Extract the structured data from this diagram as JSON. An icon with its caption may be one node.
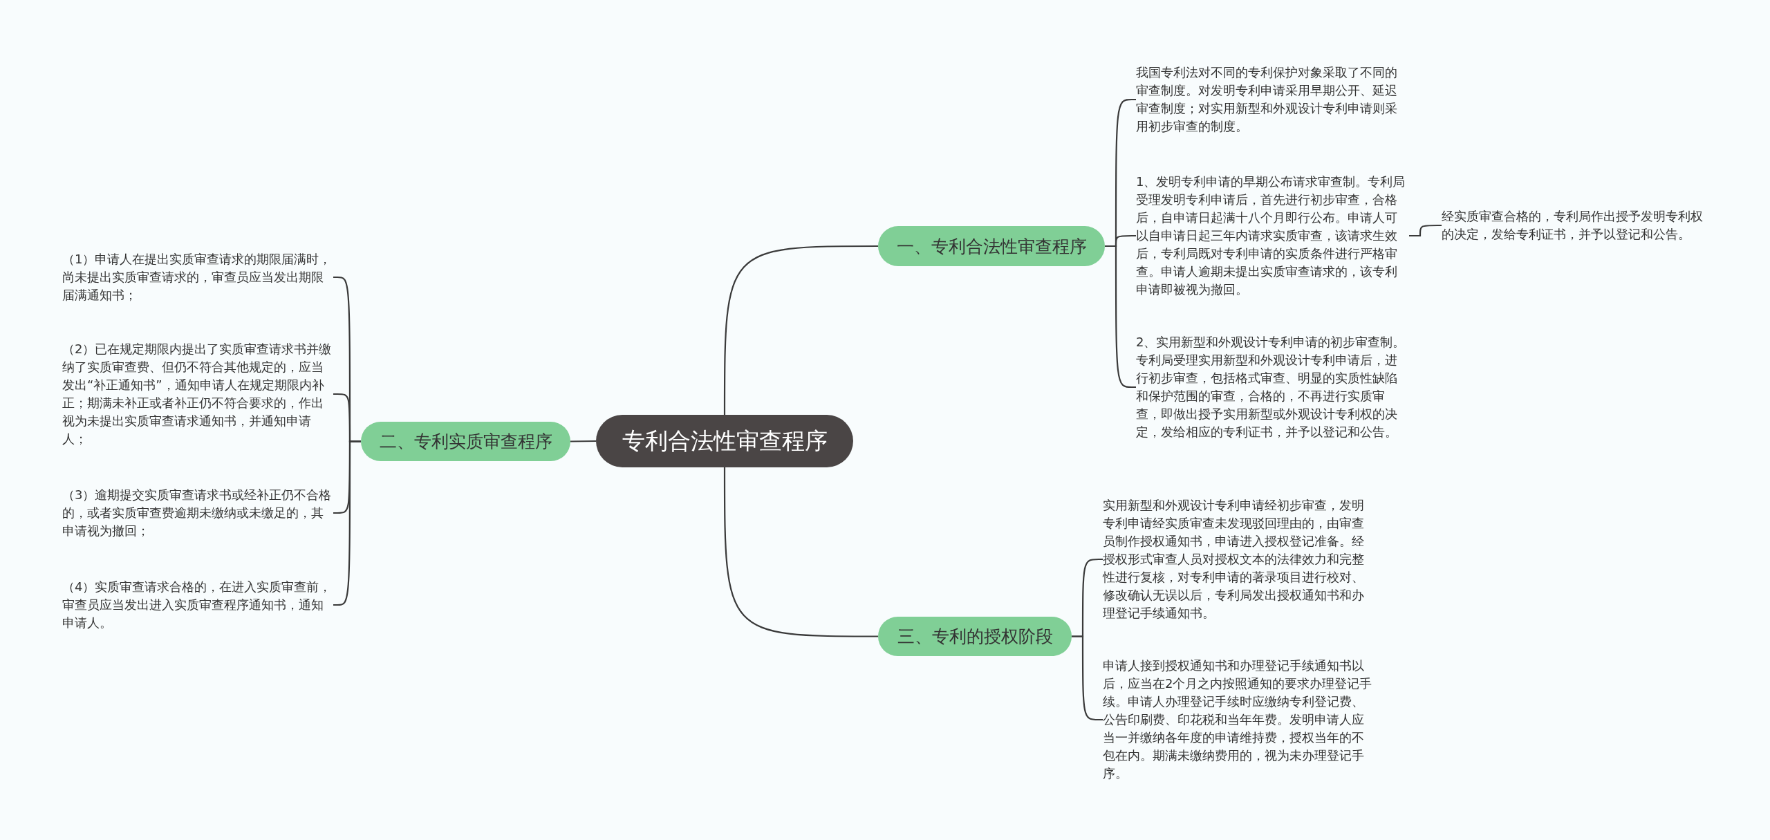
{
  "diagram": {
    "nodes": [
      {
        "text": [
          "专利合法性审查程序"
        ]
      },
      {
        "text": [
          "一、专利合法性审查程序"
        ]
      },
      {
        "text": [
          "我国专利法对不同的专利保护对象采取了不同的审查制度。对发明专利申请采用早期公开、延迟审查制度；对实用新型和外观设计专利申请则采用初步审查的制度。"
        ]
      },
      {
        "text": [
          "1、发明专利申请的早期公布请求审查制。专利局受理发明专利申请后，首先进行初步审查，合格后，自申请日起满十八个月即行公布。申请人可以自申请日起三年内请求实质审查，该请求生效后，专利局既对专利申请的实质条件进行严格审查。申请人逾期未提出实质审查请求的，该专利申请即被视为撤回。"
        ]
      },
      {
        "text": [
          "经实质审查合格的，专利局作出授予发明专利权的决定，发给专利证书，并予以登记和公告。"
        ]
      },
      {
        "text": [
          "2、实用新型和外观设计专利申请的初步审查制。专利局受理实用新型和外观设计专利申请后，进行初步审查，包括格式审查、明显的实质性缺陷和保护范围的审查，合格的，不再进行实质审查，即做出授予实用新型或外观设计专利权的决定，发给相应的专利证书，并予以登记和公告。"
        ]
      },
      {
        "text": [
          "二、专利实质审查程序"
        ]
      },
      {
        "text": [
          "（1）申请人在提出实质审查请求的期限届满时，尚未提出实质审查请求的，审查员应当发出期限届满通知书；"
        ]
      },
      {
        "text": [
          "（2）已在规定期限内提出了实质审查请求书并缴纳了实质审查费、但仍不符合其他规定的，应当发出“补正通知书”，通知申请人在规定期限内补正；期满未补正或者补正仍不符合要求的，作出视为未提出实质审查请求通知书，并通知申请人；"
        ]
      },
      {
        "text": [
          "（3）逾期提交实质审查请求书或经补正仍不合格的，或者实质审查费逾期未缴纳或未缴足的，其申请视为撤回；"
        ]
      },
      {
        "text": [
          "（4）实质审查请求合格的，在进入实质审查前，审查员应当发出进入实质审查程序通知书，通知申请人。"
        ]
      },
      {
        "text": [
          "三、专利的授权阶段"
        ]
      },
      {
        "text": [
          "实用新型和外观设计专利申请经初步审查，发明专利申请经实质审查未发现驳回理由的，由审查员制作授权通知书，申请进入授权登记准备。经授权形式审查人员对授权文本的法律效力和完整性进行复核，对专利申请的著录项目进行校对、修改确认无误以后，专利局发出授权通知书和办理登记手续通知书。"
        ]
      },
      {
        "text": [
          "申请人接到授权通知书和办理登记手续通知书以后，应当在2个月之内按照通知的要求办理登记手续。申请人办理登记手续时应缴纳专利登记费、公告印刷费、印花税和当年年费。发明申请人应当一并缴纳各年度的申请维持费，授权当年的不包在内。期满未缴纳费用的，视为未办理登记手序。"
        ]
      }
    ],
    "edges": [
      {
        "from": 0,
        "to": 1,
        "arrow": "none"
      },
      {
        "from": 1,
        "to": 2,
        "arrow": "none"
      },
      {
        "from": 1,
        "to": 3,
        "arrow": "none"
      },
      {
        "from": 3,
        "to": 4,
        "arrow": "none"
      },
      {
        "from": 1,
        "to": 5,
        "arrow": "none"
      },
      {
        "from": 0,
        "to": 6,
        "arrow": "none"
      },
      {
        "from": 6,
        "to": 7,
        "arrow": "none"
      },
      {
        "from": 6,
        "to": 8,
        "arrow": "none"
      },
      {
        "from": 6,
        "to": 9,
        "arrow": "none"
      },
      {
        "from": 6,
        "to": 10,
        "arrow": "none"
      },
      {
        "from": 0,
        "to": 11,
        "arrow": "none"
      },
      {
        "from": 11,
        "to": 12,
        "arrow": "none"
      },
      {
        "from": 11,
        "to": 13,
        "arrow": "none"
      }
    ]
  }
}
